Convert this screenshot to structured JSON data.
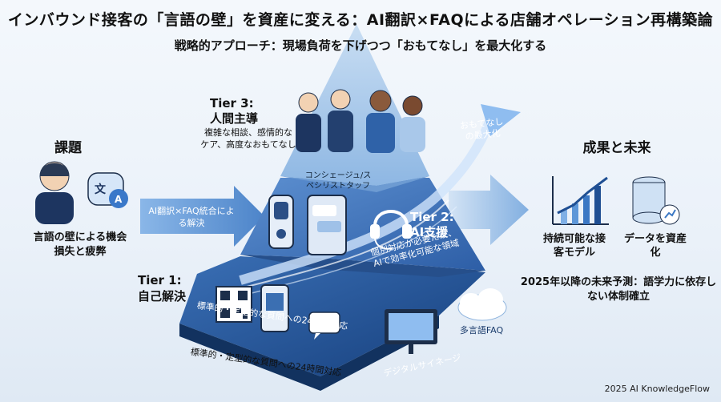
{
  "title": "インバウンド接客の「言語の壁」を資産に変える：AI翻訳×FAQによる店舗オペレーション再構築論",
  "subtitle": "戦略的アプローチ：現場負荷を下げつつ「おもてなし」を最大化する",
  "issue": {
    "heading": "課題",
    "description": "言語の壁による機会損失と疲弊"
  },
  "bridge_arrow": {
    "label": "AI翻訳×FAQ統合による解決"
  },
  "tiers": {
    "tier3": {
      "label": "Tier 3:",
      "name": "人間主導",
      "description": "複雑な相談、感情的なケア、高度なおもてなし",
      "staff_caption": "コンシェージュ/スペシリストタッフ"
    },
    "tier2": {
      "label": "Tier 2:",
      "name": "AI支援",
      "description": "個別対応が必要だが、AIで効率化可能な領域"
    },
    "tier1": {
      "label": "Tier 1:",
      "name": "自己解決",
      "caption_on_pyramid": "標準的・定型的な質問への24時間対応",
      "caption_below": "標準的・定型的な質問への24時間対応",
      "faq_label": "多言語FAQ",
      "signage_label": "デジタルサイネージ"
    }
  },
  "growth_arrow": {
    "label": "おもてなしの最大化"
  },
  "results": {
    "heading": "成果と未来",
    "item1": "持続可能な接客モデル",
    "item2": "データを資産化",
    "future": "2025年以降の未来予測：語学力に依存しない体制確立"
  },
  "credit": "2025 AI KnowledgeFlow",
  "colors": {
    "pyramid_top": "#9cc3ea",
    "pyramid_mid": "#3f74b8",
    "pyramid_base": "#1f4f93",
    "arrow": "#4a86d0"
  },
  "icons": [
    "stressed-person-icon",
    "translate-bubble-icon",
    "people-group-icon",
    "translator-device-icon",
    "phone-chat-icon",
    "headset-icon",
    "qr-code-icon",
    "smartphone-scan-icon",
    "chat-bubble-icon",
    "digital-signage-icon",
    "cloud-faq-icon",
    "growth-chart-icon",
    "database-icon"
  ]
}
